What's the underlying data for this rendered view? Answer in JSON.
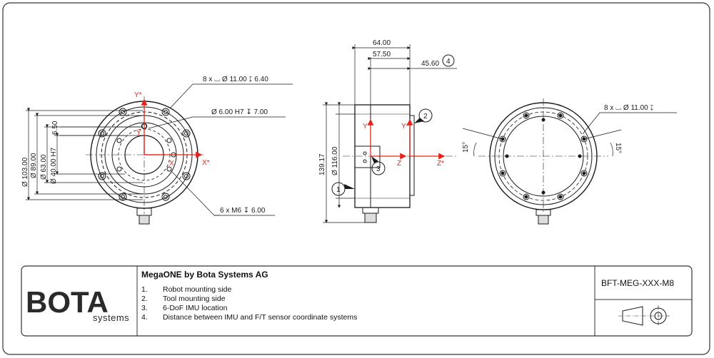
{
  "drawing": {
    "front_view": {
      "callout_holes_a": "8 x ⌴ Ø 11.00 ↧ 6.40",
      "callout_pin": "Ø 6.00 H7 ↧ 7.00",
      "callout_threads": "6 x M6 ↧ 6.00",
      "dia_103": "Ø 103.00",
      "dia_89": "Ø 89.00",
      "dia_63": "Ø 63.00",
      "dia_40": "Ø 40.00 H7",
      "dim_650": "6.50",
      "axis_x_star": "X*",
      "axis_y_star": "Y*",
      "axis_x": "X",
      "axis_y": "Y"
    },
    "side_view": {
      "dim_6400": "64.00",
      "dim_5750": "57.50",
      "dim_4560": "45.60",
      "dim_13917": "139.17",
      "dim_11600": "Ø 116.00",
      "axis_y": "Y",
      "axis_z": "Z",
      "axis_y_star": "Y*",
      "axis_z_star": "Z*",
      "bubble_1": "1",
      "bubble_2": "2",
      "bubble_3": "3",
      "bubble_4": "4"
    },
    "back_view": {
      "callout_holes_b": "8 x ⌴ Ø 11.00 ↧",
      "angle_left": "15°",
      "angle_right": "15°"
    }
  },
  "title_block": {
    "logo_text": "BOTA",
    "logo_sub": "systems",
    "title": "MegaONE by Bota Systems AG",
    "notes": [
      {
        "num": "1.",
        "text": "Robot mounting side"
      },
      {
        "num": "2.",
        "text": "Tool mounting side"
      },
      {
        "num": "3.",
        "text": "6-DoF IMU location"
      },
      {
        "num": "4.",
        "text": "Distance between IMU and F/T sensor coordinate systems"
      }
    ],
    "part_number": "BFT-MEG-XXX-M8"
  },
  "colors": {
    "line": "#1a1a1a",
    "axis_red": "#e8231c",
    "frame": "#333333"
  }
}
